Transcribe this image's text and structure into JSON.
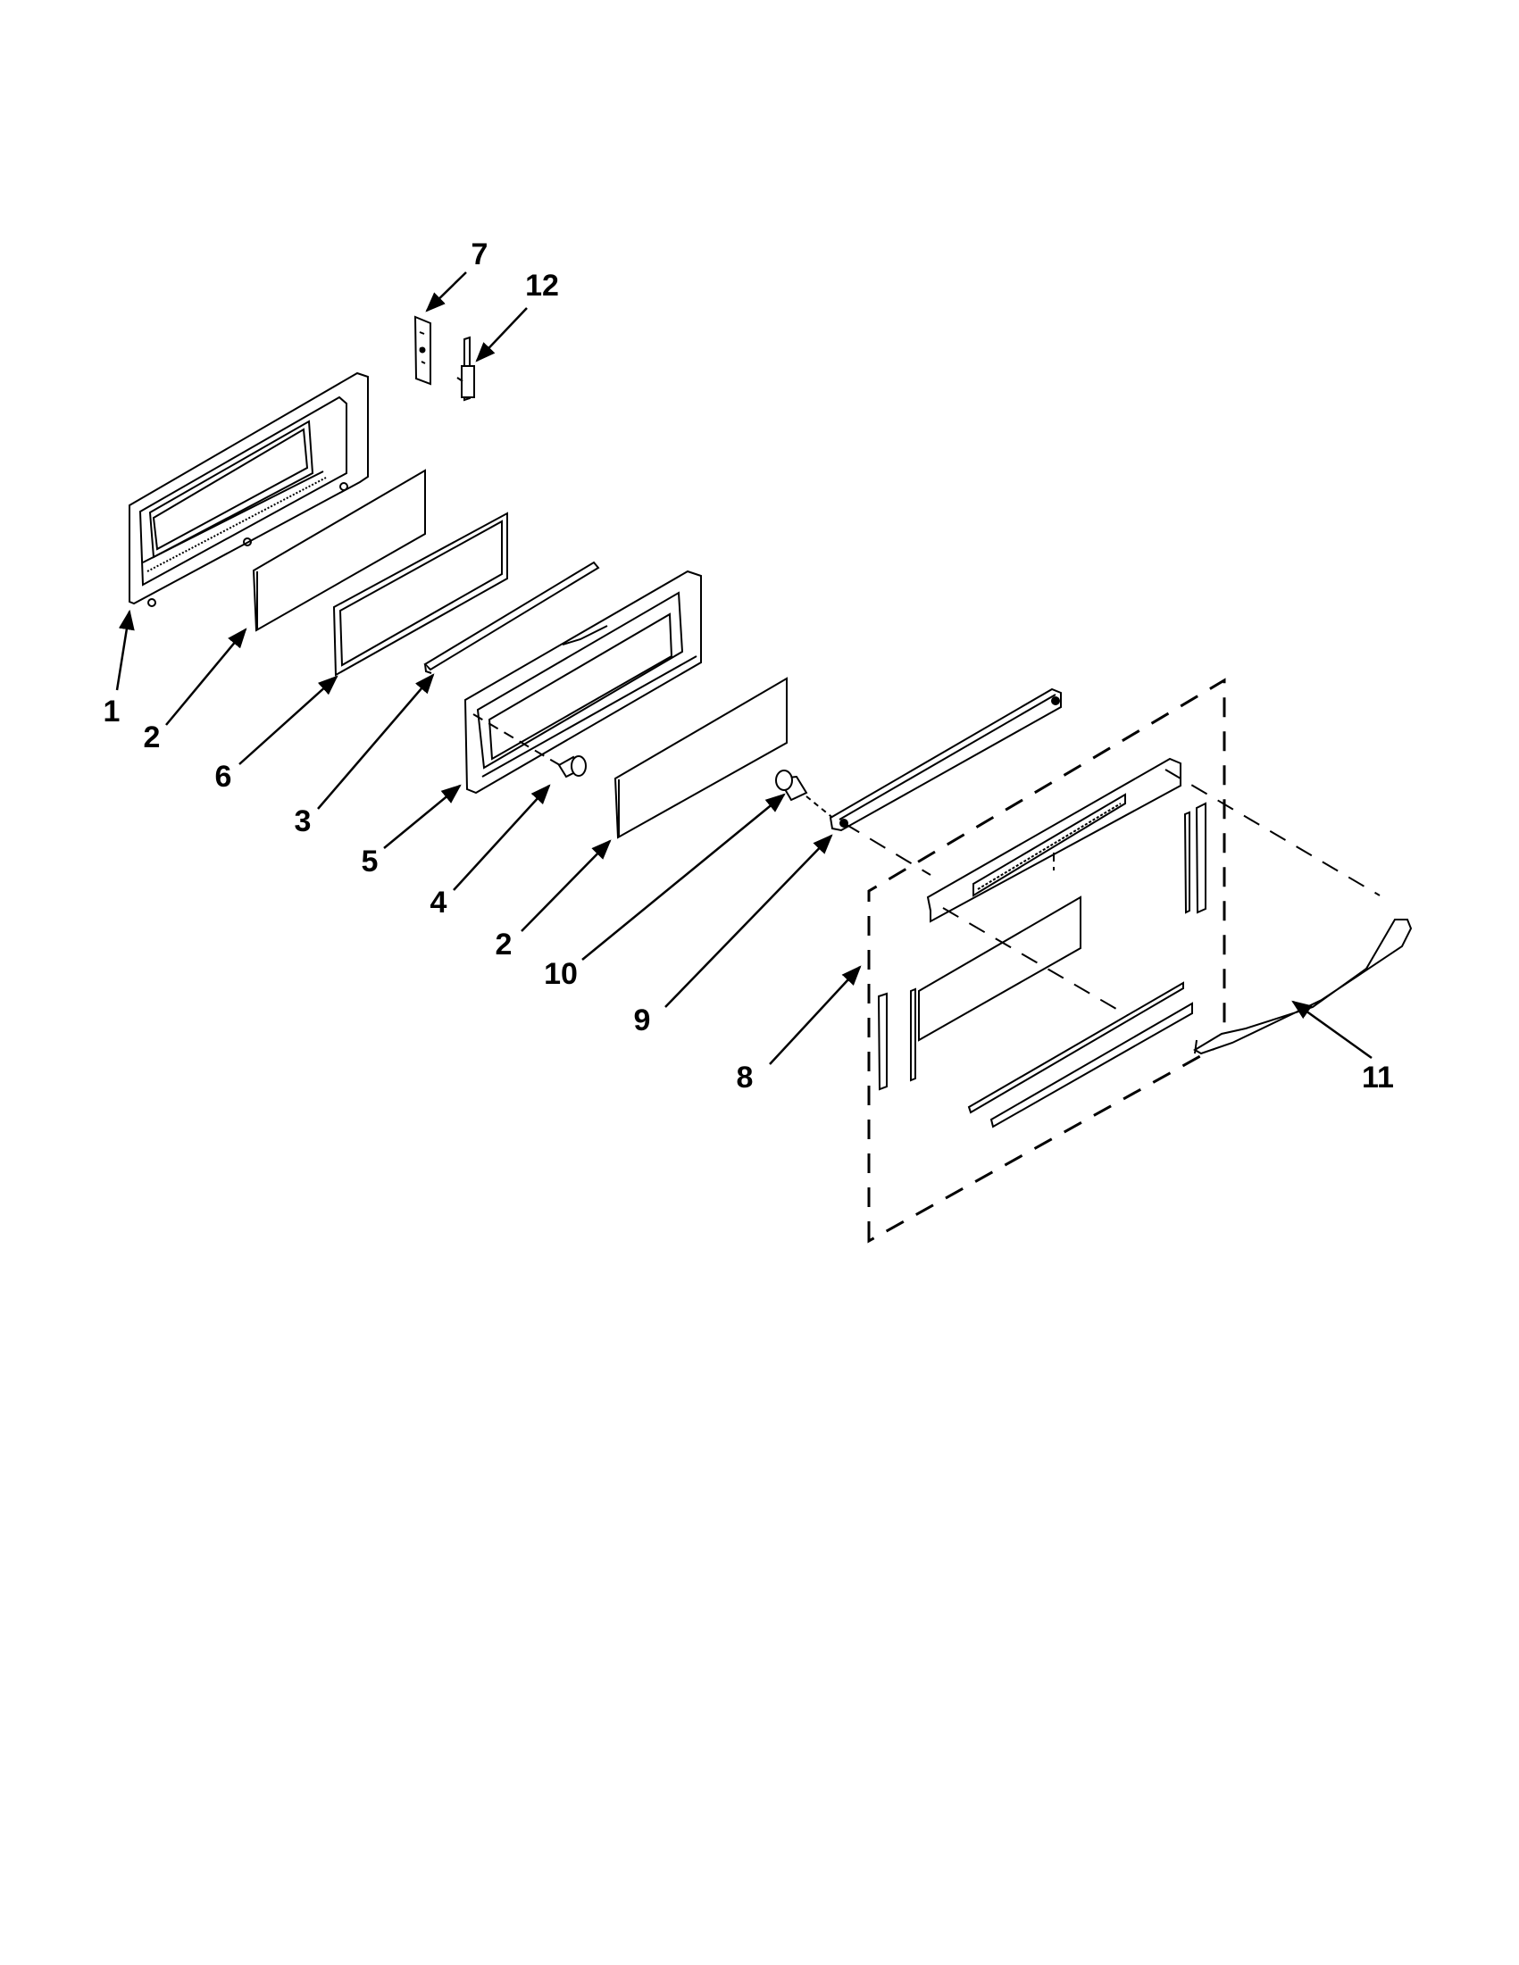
{
  "diagram": {
    "type": "exploded-parts-diagram",
    "subject": "oven door assembly",
    "colors": {
      "line": "#000000",
      "background": "#ffffff"
    },
    "callouts": [
      {
        "id": "c7",
        "label": "7",
        "part": "hinge-bracket"
      },
      {
        "id": "c12",
        "label": "12",
        "part": "hinge-pin"
      },
      {
        "id": "c1",
        "label": "1",
        "part": "inner-door-frame"
      },
      {
        "id": "c2a",
        "label": "2",
        "part": "glass-panel"
      },
      {
        "id": "c6",
        "label": "6",
        "part": "framed-glass-panel"
      },
      {
        "id": "c3",
        "label": "3",
        "part": "door-trim-strip"
      },
      {
        "id": "c5",
        "label": "5",
        "part": "door-liner-frame"
      },
      {
        "id": "c4",
        "label": "4",
        "part": "screw"
      },
      {
        "id": "c2b",
        "label": "2",
        "part": "glass-panel"
      },
      {
        "id": "c10",
        "label": "10",
        "part": "screw"
      },
      {
        "id": "c9",
        "label": "9",
        "part": "door-top-trim"
      },
      {
        "id": "c8",
        "label": "8",
        "part": "outer-door-panel-assembly"
      },
      {
        "id": "c11",
        "label": "11",
        "part": "door-handle"
      }
    ]
  }
}
